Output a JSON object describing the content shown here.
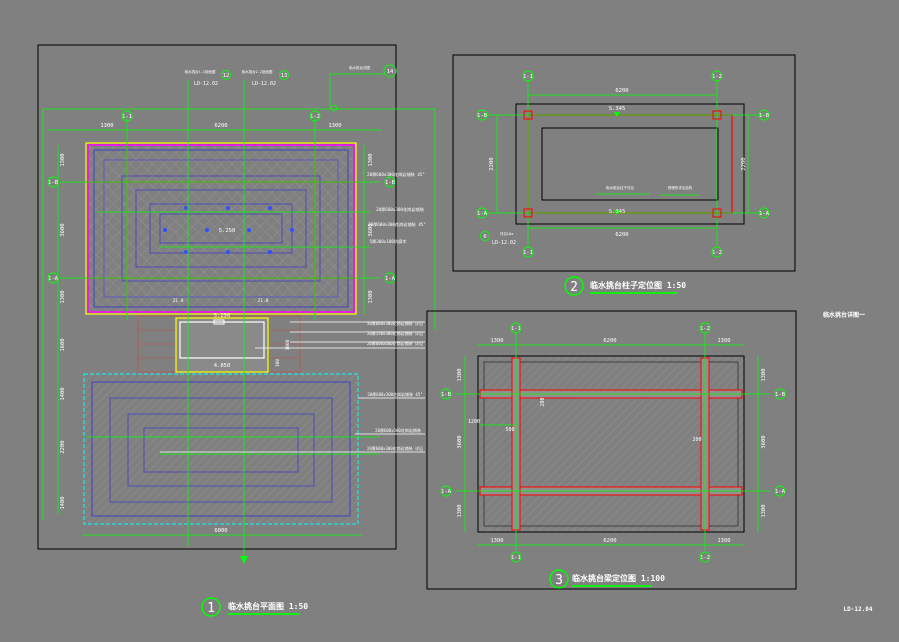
{
  "sheet": {
    "side_note": "临水挑台详图一",
    "drawing_no": "LD-12.04"
  },
  "plan": {
    "title_num": "1",
    "title": "临水挑台平面图 1:50",
    "axes": {
      "a": "1-1",
      "b": "1-2",
      "c": "1-B",
      "d": "1-A"
    },
    "dims_top": [
      "1300",
      "6200",
      "1300"
    ],
    "dims_left": [
      "1300",
      "3600",
      "1300",
      "1600",
      "1400",
      "2200",
      "1400"
    ],
    "dims_right": [
      "1300",
      "3600",
      "1300"
    ],
    "dim_bottom": "6000",
    "ref_tags": [
      {
        "text": "临水挑台1-1剖面图",
        "num": "12",
        "sheet": "LD-12.02"
      },
      {
        "text": "临水挑台2-2剖面图",
        "num": "13",
        "sheet": "LD-12.02"
      }
    ],
    "ref_top": {
      "text": "临水挑台详图",
      "num": "14"
    },
    "notes": [
      "20厚600x300花岗岩铺装 45°",
      "20厚600x300花岗岩铺装",
      "20厚600x300花岗岩铺装 45°",
      "5厚300x100防腐木"
    ],
    "notes2": [
      "50厚600x300花岗岩铺装 详见",
      "20厚150x300花岗岩铺装 详见",
      "20厚600x600花岗岩铺装 详见"
    ],
    "notes3": [
      "20厚600x300花岗岩铺装 45°",
      "20厚600x300花岗岩铺装",
      "20厚600x300花岗岩铺装 详见"
    ],
    "elev_top": "5.250",
    "elev_bot": "4.850",
    "elev_center": "5.250",
    "step_dims": [
      "100",
      "1000"
    ],
    "small_dims": [
      "21.0",
      "21.0"
    ]
  },
  "col": {
    "title_num": "2",
    "title": "临水挑台柱子定位图 1:50",
    "dim_top": "6200",
    "dim_bot": "6200",
    "dim_left": "2200",
    "dim_right": "2200",
    "elev_top": "S.345",
    "elev_bot": "S.345",
    "axes": {
      "a": "1-1",
      "b": "1-2",
      "c": "1-B",
      "d": "1-A"
    },
    "note1": "临水挑台柱子详见",
    "note2": "预埋件详见结构",
    "ref_num": "6",
    "ref_text": "详见LDa",
    "ref_sheet": "LD-12.02"
  },
  "beam": {
    "title_num": "3",
    "title": "临水挑台梁定位图 1:100",
    "dims_top": [
      "1300",
      "6200",
      "1300"
    ],
    "dims_bot": [
      "1300",
      "6200",
      "1300"
    ],
    "dims_left": [
      "1300",
      "3600",
      "1300"
    ],
    "dims_right": [
      "1300",
      "3600",
      "1300"
    ],
    "axes": {
      "a": "1-1",
      "b": "1-2",
      "c": "1-B",
      "d": "1-A"
    },
    "inner_dims": [
      "200",
      "500",
      "1200",
      "200"
    ]
  }
}
